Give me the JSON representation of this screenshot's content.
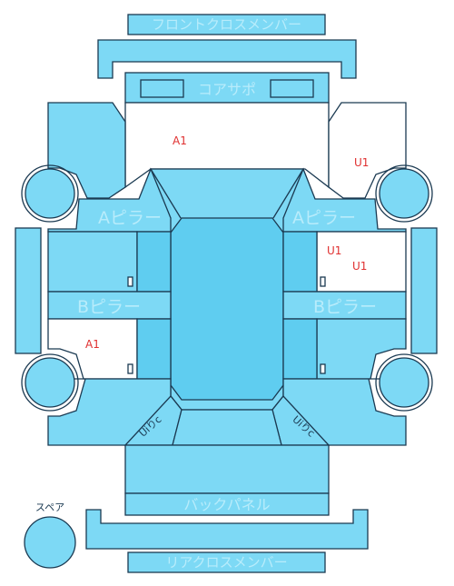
{
  "labels": {
    "front_cross_member": "フロントクロスメンバー",
    "core_support": "コアサポ",
    "a_pillar_left": "Aピラー",
    "a_pillar_right": "Aピラー",
    "b_pillar_left": "Bピラー",
    "b_pillar_right": "Bピラー",
    "rear_left": "Uiりc",
    "rear_right": "Uiりc",
    "back_panel": "バックパネル",
    "spare": "スペア",
    "rear_cross_member": "リアクロスメンバー"
  },
  "damage_codes": {
    "bonnet": "A1",
    "front_right_fender": "U1",
    "front_right_door_1": "U1",
    "front_right_door_2": "U1",
    "rear_left_door": "A1"
  },
  "colors": {
    "panel": "#7dd9f5",
    "panel_dark": "#5fcdf0",
    "outline": "#1b3a52",
    "label_pale": "#b8ecfb",
    "damage": "#e03030"
  }
}
